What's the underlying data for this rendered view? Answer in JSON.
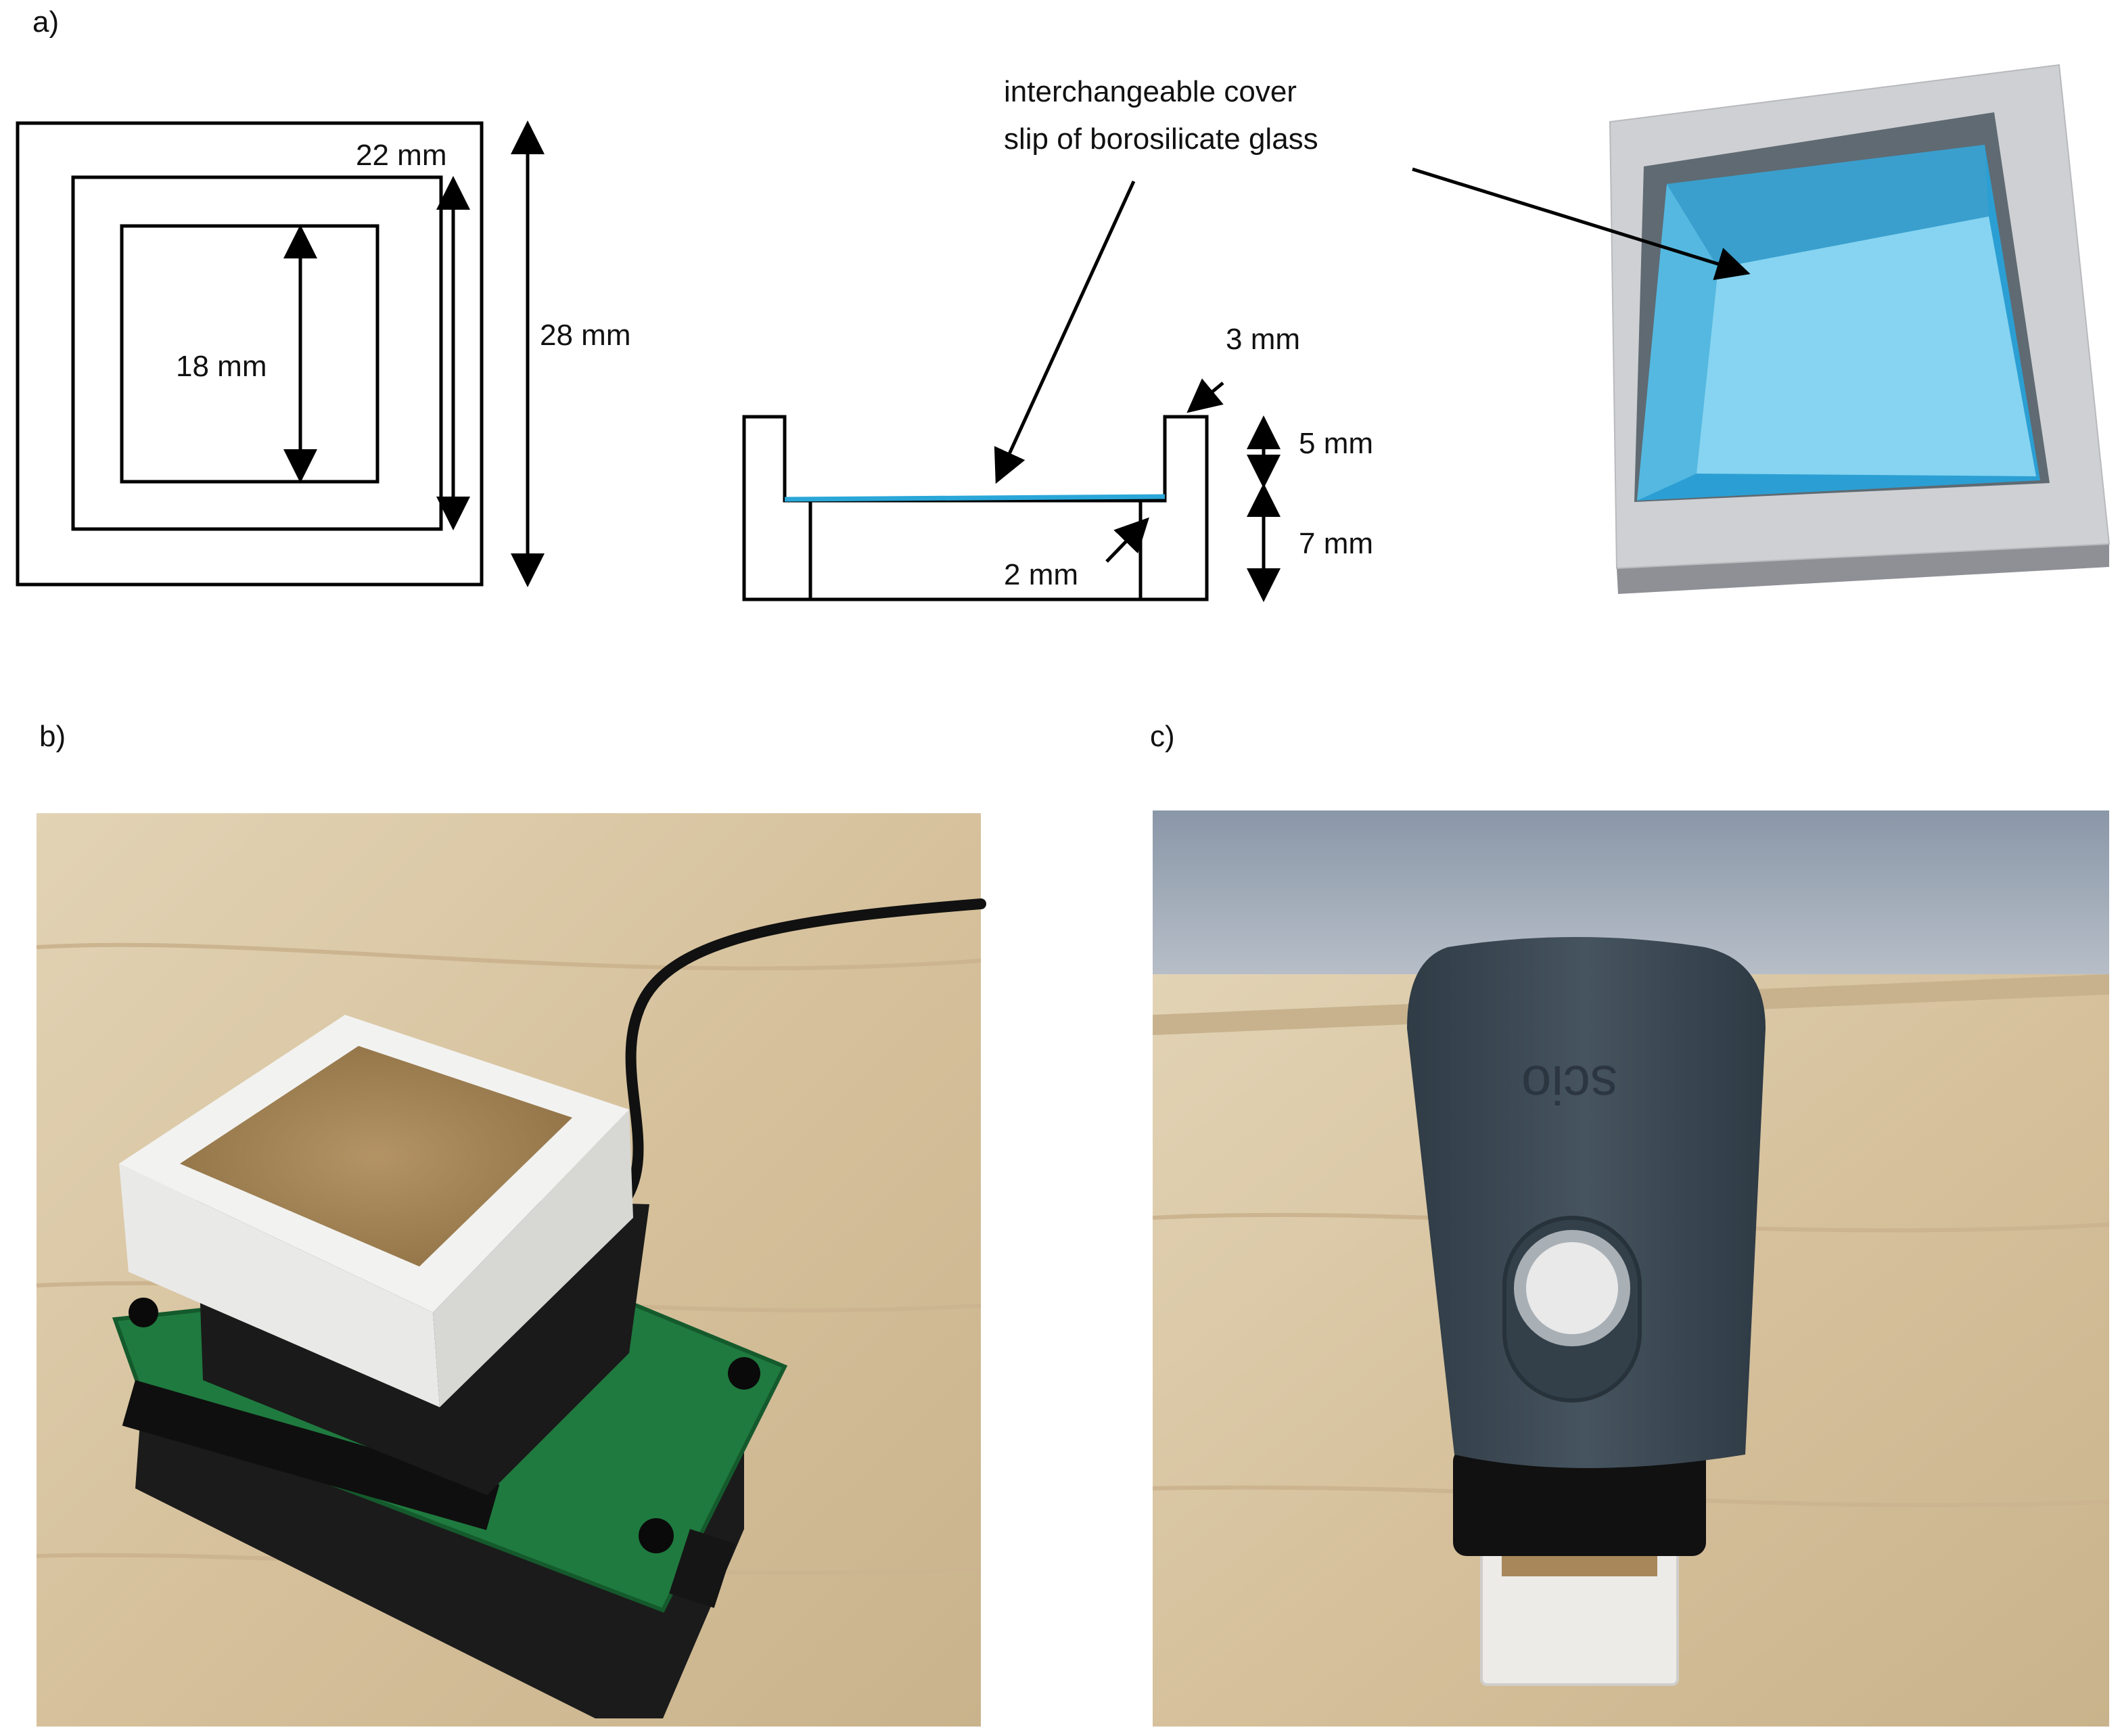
{
  "panels": {
    "a": {
      "label": "a)",
      "top_view": {
        "outer_dim": "28 mm",
        "middle_dim": "22 mm",
        "inner_dim": "18 mm"
      },
      "cross_section": {
        "callout_line1": "interchangeable cover",
        "callout_line2": "slip of borosilicate glass",
        "wall_thickness": "3 mm",
        "upper_height": "5 mm",
        "lower_height": "7 mm",
        "ledge_width": "2 mm"
      }
    },
    "b": {
      "label": "b)"
    },
    "c": {
      "label": "c)",
      "device_logo": "scio"
    }
  },
  "colors": {
    "glass": "#2aa7d8",
    "holder_gray": "#c9c9cc",
    "device_body": "#3d4b57",
    "table_wood": "#dcc9a8",
    "pcb_green": "#1f7a3f",
    "soil": "#a8875a"
  }
}
